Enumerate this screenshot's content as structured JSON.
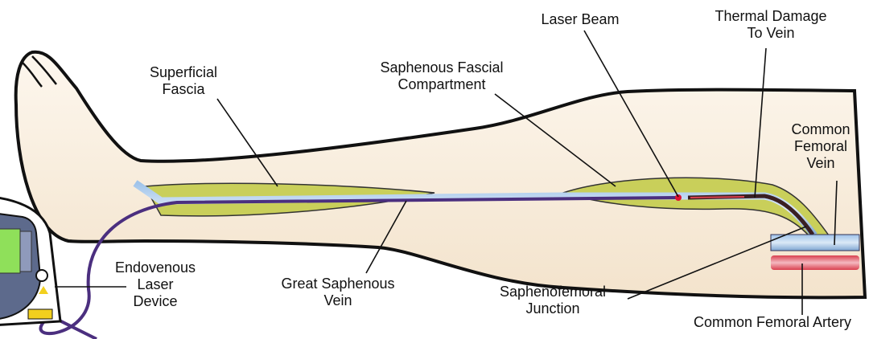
{
  "labels": {
    "superficial_fascia": [
      "Superficial",
      "Fascia"
    ],
    "saphenous_fascial_compartment": [
      "Saphenous Fascial",
      "Compartment"
    ],
    "laser_beam": [
      "Laser Beam"
    ],
    "thermal_damage": [
      "Thermal Damage",
      "To Vein"
    ],
    "common_femoral_vein": [
      "Common",
      "Femoral",
      "Vein"
    ],
    "endovenous_laser_device": [
      "Endovenous",
      "Laser",
      "Device"
    ],
    "great_saphenous_vein": [
      "Great Saphenous",
      "Vein"
    ],
    "saphenofemoral_junction": [
      "Saphenofemoral",
      "Junction"
    ],
    "common_femoral_artery": [
      "Common Femoral Artery"
    ]
  },
  "colors": {
    "skin": "#fbf1e2",
    "fascia": "#c9cf5a",
    "vein": "#8fb3dc",
    "catheter": "#4b2f7f",
    "thermal": "#3a1f22",
    "artery": "#d9404f",
    "device": "#5d6a8c",
    "screen": "#8fe05a"
  }
}
